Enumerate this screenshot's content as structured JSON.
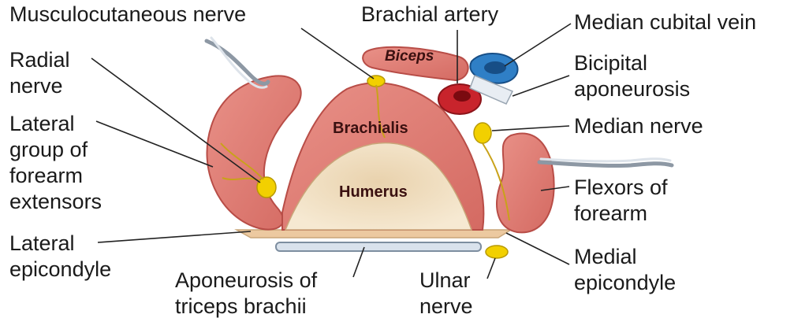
{
  "labels": {
    "musculocutaneous_nerve": "Musculocutaneous nerve",
    "brachial_artery": "Brachial artery",
    "median_cubital_vein": "Median cubital vein",
    "radial_nerve": "Radial\nnerve",
    "bicipital_aponeurosis": "Bicipital\naponeurosis",
    "lateral_group_extensors": "Lateral\ngroup of\nforearm\nextensors",
    "median_nerve": "Median nerve",
    "flexors_of_forearm": "Flexors of\nforearm",
    "lateral_epicondyle": "Lateral\nepicondyle",
    "medial_epicondyle": "Medial\nepicondyle",
    "aponeurosis_triceps": "Aponeurosis of\ntriceps brachii",
    "ulnar_nerve": "Ulnar\nnerve"
  },
  "structures": {
    "biceps": "Biceps",
    "brachialis": "Brachialis",
    "humerus": "Humerus"
  },
  "colors": {
    "muscle": "#e07c72",
    "muscle_edge": "#b84d47",
    "bone": "#f3e0c2",
    "nerve": "#f2d000",
    "artery": "#c8242c",
    "vein": "#2f7fc6",
    "tendon": "#dfe6ee"
  }
}
